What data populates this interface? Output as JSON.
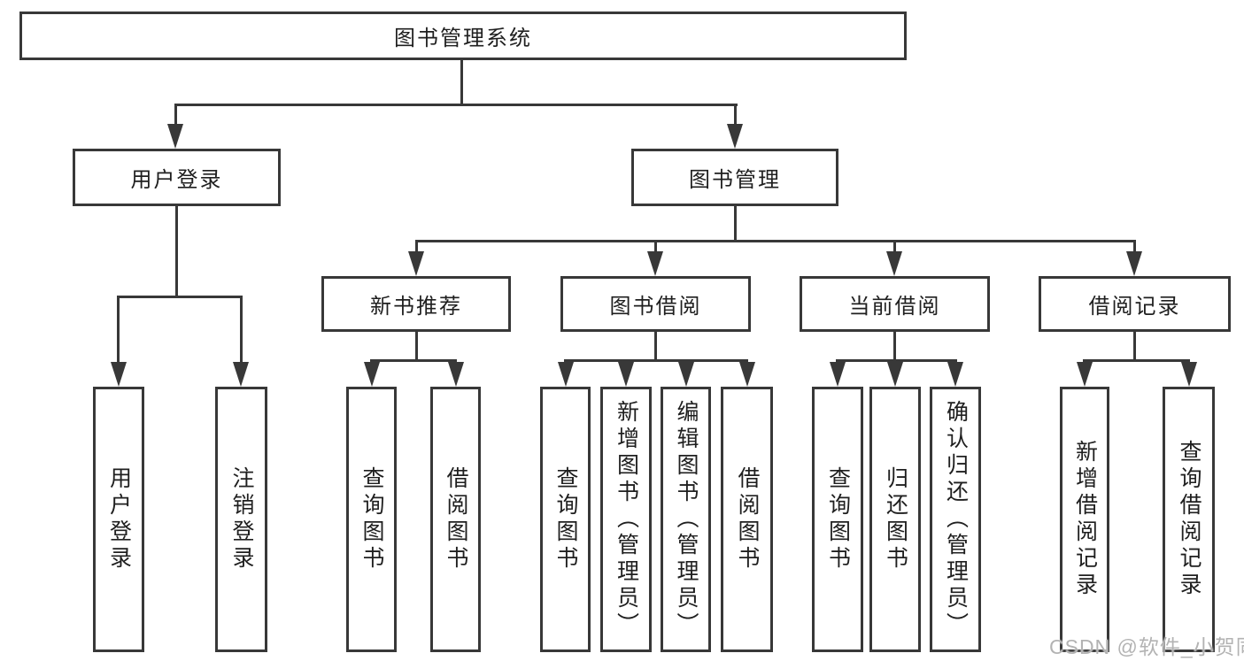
{
  "diagram": {
    "title": "图书管理系统",
    "root": {
      "label": "图书管理系统"
    },
    "level2": [
      {
        "label": "用户登录"
      },
      {
        "label": "图书管理"
      }
    ],
    "level3": [
      {
        "label": "新书推荐"
      },
      {
        "label": "图书借阅"
      },
      {
        "label": "当前借阅"
      },
      {
        "label": "借阅记录"
      }
    ],
    "leaves": {
      "user_login": [
        {
          "label": "用户登录"
        },
        {
          "label": "注销登录"
        }
      ],
      "new_book": [
        {
          "label": "查询图书"
        },
        {
          "label": "借阅图书"
        }
      ],
      "book_borrow": [
        {
          "label": "查询图书"
        },
        {
          "label": "新增图书（管理员）"
        },
        {
          "label": "编辑图书（管理员）"
        },
        {
          "label": "借阅图书"
        }
      ],
      "current_borrow": [
        {
          "label": "查询图书"
        },
        {
          "label": "归还图书"
        },
        {
          "label": "确认归还（管理员）"
        }
      ],
      "borrow_record": [
        {
          "label": "新增借阅记录"
        },
        {
          "label": "查询借阅记录"
        }
      ]
    }
  },
  "watermark": "CSDN @软件_小贺同学",
  "colors": {
    "line": "#383838",
    "text": "#1f1f1f",
    "watermark": "#b3b3b3",
    "background": "#ffffff"
  }
}
